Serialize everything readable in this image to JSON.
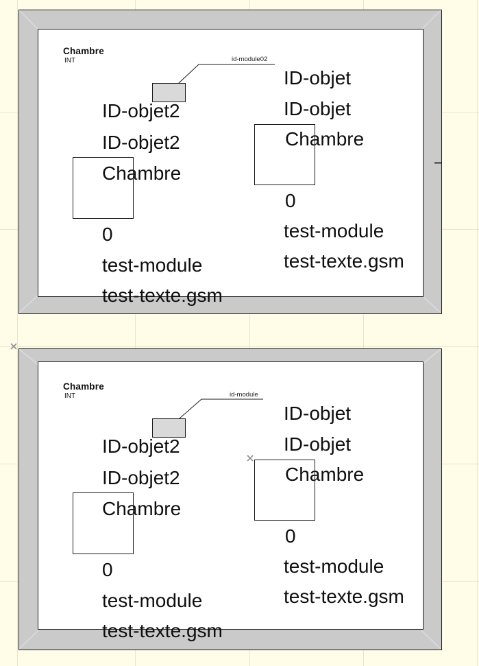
{
  "canvas": {
    "colors": {
      "background": "#FFFCE8",
      "grid_line": "#E8E4CF",
      "frame_fill": "#CACACA",
      "frame_border": "#1A1A1A",
      "module_fill": "#D9D9D9",
      "text": "#0F0F0F",
      "marker": "#8F8F8F"
    }
  },
  "panels": [
    {
      "header": {
        "title": "Chambre",
        "subtitle": "INT"
      },
      "module_label": "id-module02",
      "left_column": [
        "ID-objet2",
        "ID-objet2",
        "Chambre",
        "0",
        "test-module",
        "test-texte.gsm"
      ],
      "right_column": [
        "ID-objet",
        "ID-objet",
        "Chambre",
        "0",
        "test-module",
        "test-texte.gsm"
      ]
    },
    {
      "header": {
        "title": "Chambre",
        "subtitle": "INT"
      },
      "module_label": "id-module",
      "left_column": [
        "ID-objet2",
        "ID-objet2",
        "Chambre",
        "0",
        "test-module",
        "test-texte.gsm"
      ],
      "right_column": [
        "ID-objet",
        "ID-objet",
        "Chambre",
        "0",
        "test-module",
        "test-texte.gsm"
      ]
    }
  ]
}
